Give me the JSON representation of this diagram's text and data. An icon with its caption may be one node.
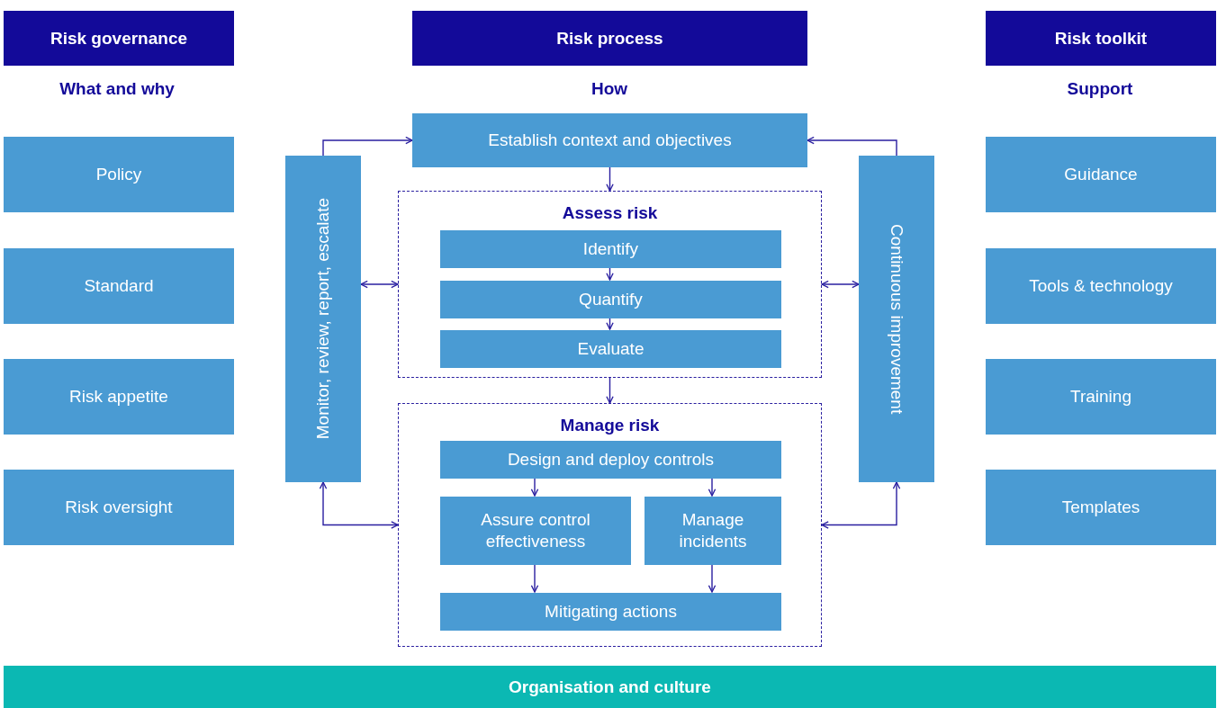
{
  "diagram": {
    "nodes": [
      {
        "text": [
          "Risk governance"
        ]
      },
      {
        "text": [
          "Risk process"
        ]
      },
      {
        "text": [
          "Risk toolkit"
        ]
      },
      {
        "text": [
          "Policy"
        ]
      },
      {
        "text": [
          "Standard"
        ]
      },
      {
        "text": [
          "Risk appetite"
        ]
      },
      {
        "text": [
          "Risk oversight"
        ]
      },
      {
        "text": [
          "Monitor, review, report, escalate"
        ]
      },
      {
        "text": [
          "Establish context and objectives"
        ]
      },
      {
        "text": [
          "Assess risk"
        ]
      },
      {
        "text": [
          "Identify"
        ],
        "in": 9
      },
      {
        "text": [
          "Quantify"
        ],
        "in": 9
      },
      {
        "text": [
          "Evaluate"
        ],
        "in": 9
      },
      {
        "text": [
          "Manage risk"
        ]
      },
      {
        "text": [
          "Design and deploy controls"
        ],
        "in": 13
      },
      {
        "text": [
          "Assure control effectiveness"
        ],
        "in": 13
      },
      {
        "text": [
          "Manage incidents"
        ],
        "in": 13
      },
      {
        "text": [
          "Mitigating actions"
        ],
        "in": 13
      },
      {
        "text": [
          "Continuous improvement"
        ]
      },
      {
        "text": [
          "Guidance"
        ]
      },
      {
        "text": [
          "Tools & technology"
        ]
      },
      {
        "text": [
          "Training"
        ]
      },
      {
        "text": [
          "Templates"
        ]
      },
      {
        "text": [
          "Organisation and culture"
        ]
      }
    ],
    "edges": [
      {
        "from": 7,
        "to": 8,
        "arrow": "to"
      },
      {
        "from": 7,
        "to": 9,
        "arrow": "both"
      },
      {
        "from": 7,
        "to": 13,
        "arrow": "both"
      },
      {
        "from": 18,
        "to": 8,
        "arrow": "to"
      },
      {
        "from": 18,
        "to": 9,
        "arrow": "both"
      },
      {
        "from": 18,
        "to": 13,
        "arrow": "both"
      },
      {
        "from": 8,
        "to": 9,
        "arrow": "to"
      },
      {
        "from": 10,
        "to": 11,
        "arrow": "to"
      },
      {
        "from": 11,
        "to": 12,
        "arrow": "to"
      },
      {
        "from": 9,
        "to": 13,
        "arrow": "to"
      },
      {
        "from": 14,
        "to": 15,
        "arrow": "to"
      },
      {
        "from": 14,
        "to": 16,
        "arrow": "to"
      },
      {
        "from": 15,
        "to": 17,
        "arrow": "to"
      },
      {
        "from": 16,
        "to": 17,
        "arrow": "to"
      }
    ],
    "labels": [
      "What and why",
      "How",
      "Support"
    ]
  }
}
